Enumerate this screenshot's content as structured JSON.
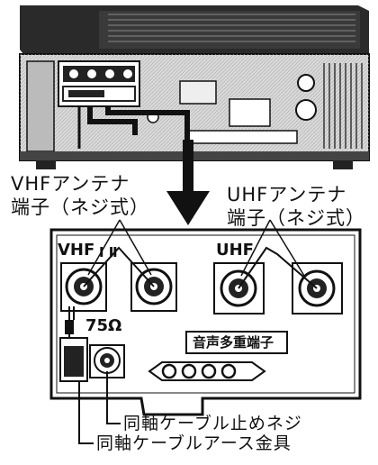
{
  "labels": {
    "vhf_antenna_line1": "VHFアンテナ",
    "vhf_antenna_line2": "端子（ネジ式）",
    "uhf_antenna_line1": "UHFアンテナ",
    "uhf_antenna_line2": "端子（ネジ式）",
    "panel_vhf": "VHF",
    "panel_vhf_channels": "Ⅰ Ⅱ",
    "panel_uhf": "UHF",
    "panel_impedance": "75Ω",
    "panel_audio_multiplex": "音声多重端子",
    "coax_cable_clamp_screw": "同軸ケーブル止めネジ",
    "coax_cable_ground_bracket": "同軸ケーブルアース金具"
  }
}
